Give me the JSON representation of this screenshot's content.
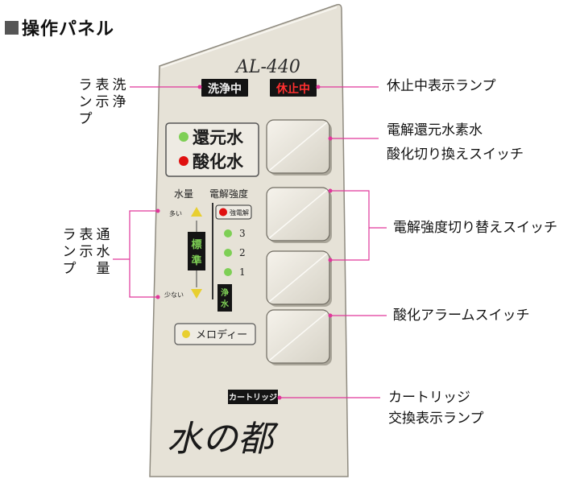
{
  "heading": "操作パネル",
  "panel": {
    "model": "AL-440",
    "washing_lamp": "洗浄中",
    "pause_lamp": "休止中",
    "reduced_water": "還元水",
    "acid_water": "酸化水",
    "water_amount_header": "水量",
    "strength_header": "電解強度",
    "many": "多い",
    "few": "少ない",
    "standard": "標準",
    "strong": "強電解",
    "level3": "3",
    "level2": "2",
    "level1": "1",
    "purified": "浄水",
    "melody": "メロディー",
    "cartridge": "カートリッジ",
    "brand": "水の都"
  },
  "callouts": {
    "washing_col1": "洗浄",
    "washing_col2": "表示",
    "washing_col3": "ランプ",
    "flow_col1": "通水量",
    "flow_col2": "表示",
    "flow_col3": "ランプ",
    "pause_lamp": "休止中表示ランプ",
    "switch_line1": "電解還元水素水",
    "switch_line2": "酸化切り換えスイッチ",
    "strength_switch": "電解強度切り替えスイッチ",
    "alarm_switch": "酸化アラームスイッチ",
    "cartridge_line1": "カートリッジ",
    "cartridge_line2": "交換表示ランプ"
  },
  "colors": {
    "panel": "#e6e2d7",
    "led_green": "#7ecf55",
    "led_red": "#e01010",
    "led_yellow": "#e8cf30",
    "leader": "#e0379a",
    "badge_bg": "#141414",
    "badge_red_text": "#ff3030"
  }
}
